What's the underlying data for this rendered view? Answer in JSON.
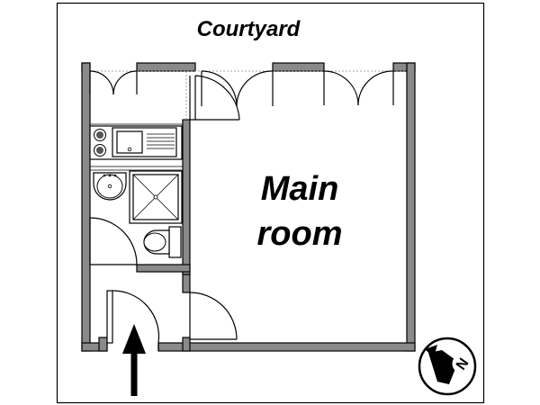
{
  "labels": {
    "courtyard": "Courtyard",
    "main_room_line1": "Main",
    "main_room_line2": "room"
  },
  "compass": {
    "letter": "N"
  },
  "colors": {
    "wall": "#8a8a8a",
    "line": "#000000",
    "background": "#ffffff"
  }
}
